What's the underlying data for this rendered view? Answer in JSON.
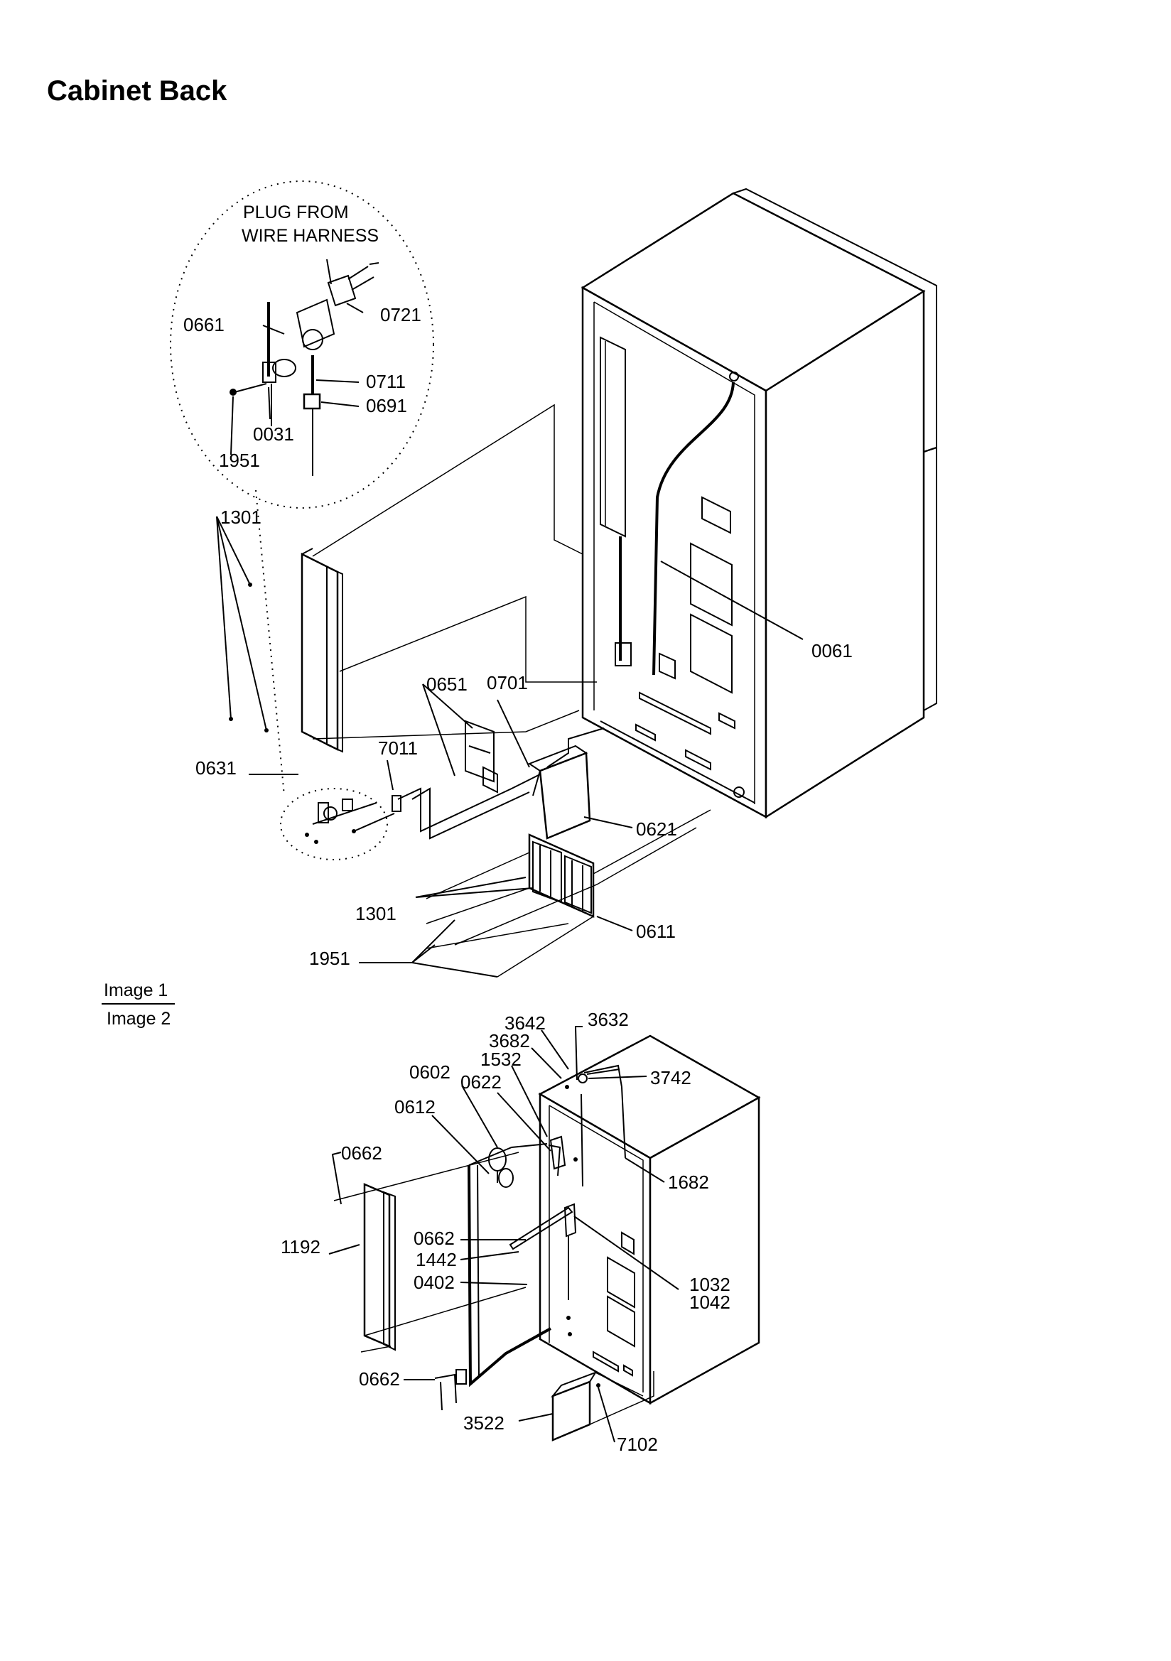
{
  "title": "Cabinet Back",
  "image1": {
    "inset_caption": [
      "PLUG FROM",
      "WIRE HARNESS"
    ],
    "parts": [
      "0721",
      "0661",
      "0711",
      "0691",
      "0031",
      "1951",
      "1301",
      "0061",
      "0651",
      "0701",
      "0631",
      "7011",
      "0621",
      "1301",
      "0611",
      "1951"
    ]
  },
  "image_labels": [
    "Image 1",
    "Image 2"
  ],
  "image2": {
    "parts": [
      "3642",
      "3632",
      "3682",
      "1532",
      "3742",
      "0602",
      "0622",
      "0612",
      "0662",
      "1682",
      "1192",
      "0662",
      "1442",
      "0402",
      "1032",
      "1042",
      "0662",
      "3522",
      "7102"
    ]
  }
}
